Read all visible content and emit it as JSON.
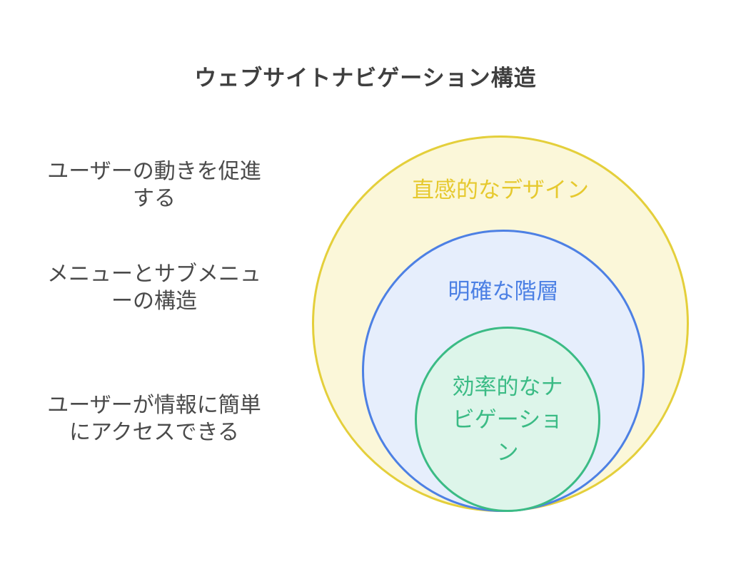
{
  "title": "ウェブサイトナビゲーション構造",
  "left_labels": [
    {
      "lines": [
        "ユーザーの動きを促進",
        "する"
      ]
    },
    {
      "lines": [
        "メニューとサブメニュ",
        "ーの構造"
      ]
    },
    {
      "lines": [
        "ユーザーが情報に簡単",
        "にアクセスできる"
      ]
    }
  ],
  "circles": {
    "outer": {
      "label": "直感的なデザイン",
      "fill": "#fbf7d9",
      "border": "#e4cf3b",
      "text_color": "#e6c92e"
    },
    "middle": {
      "label": "明確な階層",
      "fill": "#e6eefc",
      "border": "#4d80e4",
      "text_color": "#4c80e4"
    },
    "inner": {
      "lines": [
        "効率的なナ",
        "ビゲーショ",
        "ン"
      ],
      "fill": "#ddf5ea",
      "border": "#3bbb85",
      "text_color": "#3bbb85"
    }
  },
  "colors": {
    "title_text": "#3f3f3f",
    "side_label_text": "#4a4a4a",
    "background": "#ffffff"
  }
}
